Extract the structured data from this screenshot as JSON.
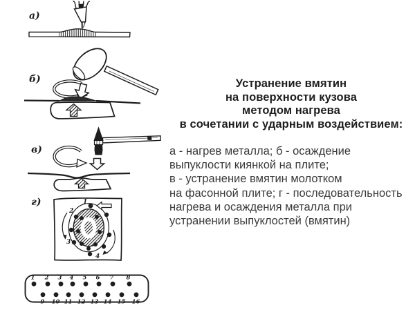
{
  "page": {
    "background": "#ffffff",
    "ink": "#1e1e1e",
    "caption_color": "#3a3a3a"
  },
  "title": {
    "lines": [
      "Устранение вмятин",
      "на поверхности кузова",
      "методом нагрева",
      "в сочетании с ударным воздействием:"
    ]
  },
  "caption": {
    "lines": [
      "а - нагрев металла; б - осаждение",
      "выпуклости киянкой на плите;",
      "в - устранение вмятин молотком",
      "на фасонной плите; г - последовательность",
      "нагрева и осаждения металла при",
      "устранении выпуклостей (вмятин)"
    ]
  },
  "panels": {
    "a": {
      "label": "а)"
    },
    "b": {
      "label": "б)"
    },
    "v": {
      "label": "в)"
    },
    "g": {
      "label": "г)",
      "points": [
        "1",
        "2",
        "3",
        "4"
      ]
    }
  },
  "strip": {
    "top": [
      "1",
      "2",
      "3",
      "4",
      "5",
      "6",
      "7",
      "8"
    ],
    "bottom": [
      "9",
      "10",
      "11",
      "12",
      "13",
      "14",
      "15",
      "16"
    ]
  }
}
